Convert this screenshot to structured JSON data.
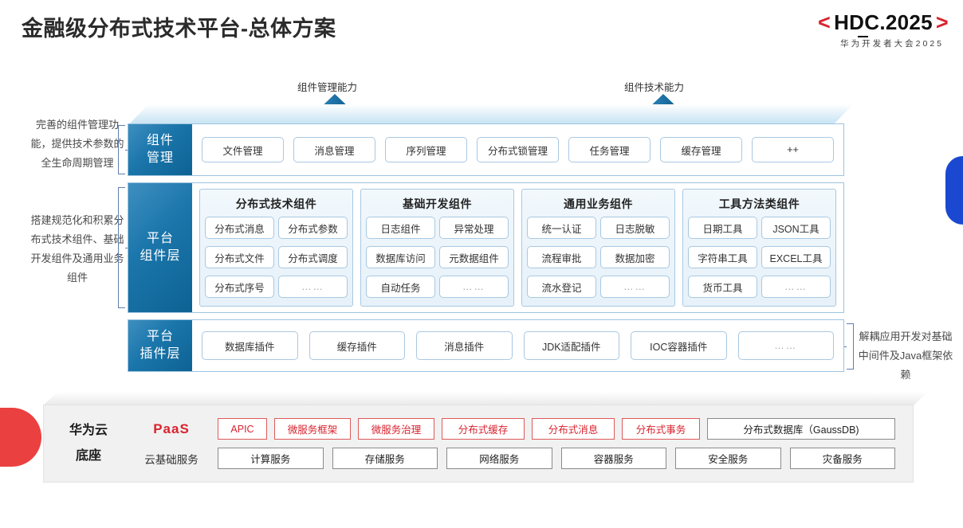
{
  "header": {
    "title": "金融级分布式技术平台-总体方案",
    "logo_left_bracket": "<",
    "logo_text_1": "HDC",
    "logo_text_2": ".2025",
    "logo_right_bracket": ">",
    "logo_subtitle": "华为开发者大会2025"
  },
  "annotations": {
    "arrow_left_label": "组件管理能力",
    "arrow_right_label": "组件技术能力",
    "side_left_1": "完善的组件管理功能，提供技术参数的全生命周期管理",
    "side_left_2": "搭建规范化和积累分布式技术组件、基础开发组件及通用业务组件",
    "side_right_1": "解耦应用开发对基础中间件及Java框架依赖"
  },
  "colors": {
    "brand_red": "#d9232e",
    "layer_blue_dark": "#0d6293",
    "layer_blue_light": "#3e8fc0",
    "chip_border": "#a9c8e2",
    "accent_blue": "#1a48d0",
    "wedge_red": "#ea4040"
  },
  "management_layer": {
    "label_line1": "组件",
    "label_line2": "管理",
    "items": [
      "文件管理",
      "消息管理",
      "序列管理",
      "分布式锁管理",
      "任务管理",
      "缓存管理",
      "++"
    ]
  },
  "component_layer": {
    "label_line1": "平台",
    "label_line2": "组件层",
    "groups": [
      {
        "title": "分布式技术组件",
        "items": [
          "分布式消息",
          "分布式参数",
          "分布式文件",
          "分布式调度",
          "分布式序号",
          "……"
        ]
      },
      {
        "title": "基础开发组件",
        "items": [
          "日志组件",
          "异常处理",
          "数据库访问",
          "元数据组件",
          "自动任务",
          "……"
        ]
      },
      {
        "title": "通用业务组件",
        "items": [
          "统一认证",
          "日志脱敏",
          "流程审批",
          "数据加密",
          "流水登记",
          "……"
        ]
      },
      {
        "title": "工具方法类组件",
        "items": [
          "日期工具",
          "JSON工具",
          "字符串工具",
          "EXCEL工具",
          "货币工具",
          "……"
        ]
      }
    ]
  },
  "plugin_layer": {
    "label_line1": "平台",
    "label_line2": "插件层",
    "items": [
      "数据库插件",
      "缓存插件",
      "消息插件",
      "JDK适配插件",
      "IOC容器插件",
      "……"
    ]
  },
  "base": {
    "title_line1": "华为云",
    "title_line2": "底座",
    "paas_label": "PaaS",
    "basic_label": "云基础服务",
    "paas_items": [
      "APIC",
      "微服务框架",
      "微服务治理",
      "分布式缓存",
      "分布式消息",
      "分布式事务",
      "分布式数据库（GaussDB)"
    ],
    "basic_items": [
      "计算服务",
      "存储服务",
      "网络服务",
      "容器服务",
      "安全服务",
      "灾备服务"
    ]
  }
}
